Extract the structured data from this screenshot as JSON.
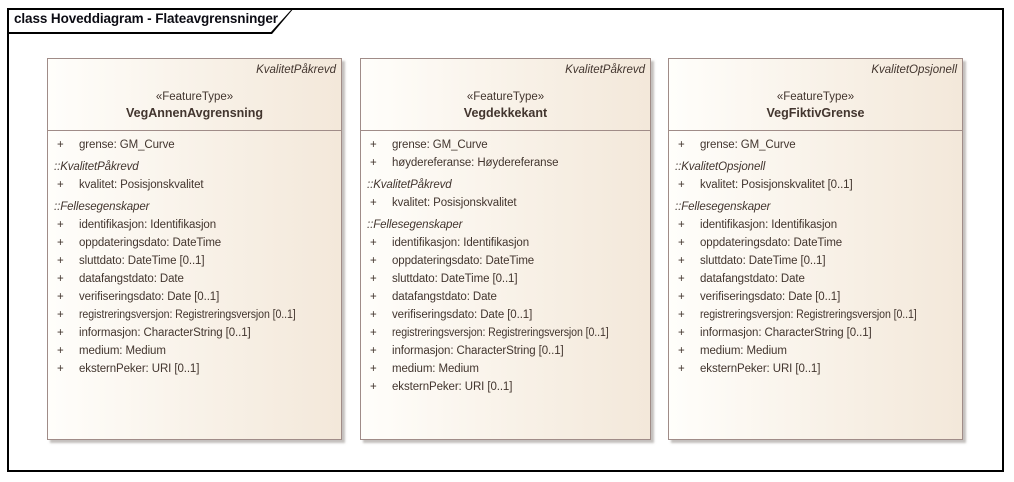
{
  "diagram": {
    "title": "class Hoveddiagram - Flateavgrensninger"
  },
  "colors": {
    "box_border": "#a08c88",
    "box_fill_left": "#fffefb",
    "box_fill_right": "#f3e8da",
    "text": "#42352e",
    "frame_border": "#000000",
    "shadow": "#918c87"
  },
  "classes": [
    {
      "tag": "KvalitetPåkrevd",
      "stereotype": "«FeatureType»",
      "name": "VegAnnenAvgrensning",
      "items": [
        {
          "vis": "+",
          "text": "grense: GM_Curve"
        },
        {
          "text": "::KvalitetPåkrevd"
        },
        {
          "vis": "+",
          "text": "kvalitet: Posisjonskvalitet"
        },
        {
          "text": "::Fellesegenskaper"
        },
        {
          "vis": "+",
          "text": "identifikasjon: Identifikasjon"
        },
        {
          "vis": "+",
          "text": "oppdateringsdato: DateTime"
        },
        {
          "vis": "+",
          "text": "sluttdato: DateTime [0..1]"
        },
        {
          "vis": "+",
          "text": "datafangstdato: Date"
        },
        {
          "vis": "+",
          "text": "verifiseringsdato: Date [0..1]"
        },
        {
          "vis": "+",
          "text": "registreringsversjon: Registreringsversjon [0..1]"
        },
        {
          "vis": "+",
          "text": "informasjon: CharacterString [0..1]"
        },
        {
          "vis": "+",
          "text": "medium: Medium"
        },
        {
          "vis": "+",
          "text": "eksternPeker: URI [0..1]"
        }
      ]
    },
    {
      "tag": "KvalitetPåkrevd",
      "stereotype": "«FeatureType»",
      "name": "Vegdekkekant",
      "items": [
        {
          "vis": "+",
          "text": "grense: GM_Curve"
        },
        {
          "vis": "+",
          "text": "høydereferanse: Høydereferanse"
        },
        {
          "text": "::KvalitetPåkrevd"
        },
        {
          "vis": "+",
          "text": "kvalitet: Posisjonskvalitet"
        },
        {
          "text": "::Fellesegenskaper"
        },
        {
          "vis": "+",
          "text": "identifikasjon: Identifikasjon"
        },
        {
          "vis": "+",
          "text": "oppdateringsdato: DateTime"
        },
        {
          "vis": "+",
          "text": "sluttdato: DateTime [0..1]"
        },
        {
          "vis": "+",
          "text": "datafangstdato: Date"
        },
        {
          "vis": "+",
          "text": "verifiseringsdato: Date [0..1]"
        },
        {
          "vis": "+",
          "text": "registreringsversjon: Registreringsversjon [0..1]"
        },
        {
          "vis": "+",
          "text": "informasjon: CharacterString [0..1]"
        },
        {
          "vis": "+",
          "text": "medium: Medium"
        },
        {
          "vis": "+",
          "text": "eksternPeker: URI [0..1]"
        }
      ]
    },
    {
      "tag": "KvalitetOpsjonell",
      "stereotype": "«FeatureType»",
      "name": "VegFiktivGrense",
      "items": [
        {
          "vis": "+",
          "text": "grense: GM_Curve"
        },
        {
          "text": "::KvalitetOpsjonell"
        },
        {
          "vis": "+",
          "text": "kvalitet: Posisjonskvalitet [0..1]"
        },
        {
          "text": "::Fellesegenskaper"
        },
        {
          "vis": "+",
          "text": "identifikasjon: Identifikasjon"
        },
        {
          "vis": "+",
          "text": "oppdateringsdato: DateTime"
        },
        {
          "vis": "+",
          "text": "sluttdato: DateTime [0..1]"
        },
        {
          "vis": "+",
          "text": "datafangstdato: Date"
        },
        {
          "vis": "+",
          "text": "verifiseringsdato: Date [0..1]"
        },
        {
          "vis": "+",
          "text": "registreringsversjon: Registreringsversjon [0..1]"
        },
        {
          "vis": "+",
          "text": "informasjon: CharacterString [0..1]"
        },
        {
          "vis": "+",
          "text": "medium: Medium"
        },
        {
          "vis": "+",
          "text": "eksternPeker: URI [0..1]"
        }
      ]
    }
  ]
}
